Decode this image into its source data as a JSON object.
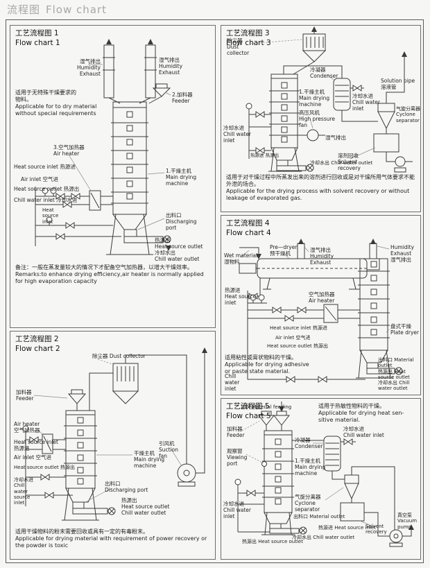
{
  "header": {
    "title_cn": "流程图",
    "title_en": "Flow chart"
  },
  "panels": {
    "p1": {
      "title": "工艺流程图 1\nFlow chart 1",
      "labels": {
        "humidity_exhaust_left": "湿气排出\nHumidity\nExhaust",
        "humidity_exhaust_right": "湿气排出\nHumidity\nExhaust",
        "feeder": "2.加料器\nFeeder",
        "description": "适用于无特殊干燥要求的\n物料。\nApplicable for to dry material\nwithout special requirements",
        "air_heater": "3.空气加热器\nAir heater",
        "heat_source_inlet": "Heat source inlet 热源进",
        "air_inlet": "Air inlet 空气进",
        "heat_source_outlet": "Heat source outlet 热源出",
        "chill_water_inlet": "Chill water inlet 冷却水进",
        "main_machine": "1.干燥主机\nMain drying\nmachine",
        "heat_source_inlet_2": "Heat\nsource\ninlet",
        "discharging_port": "出料口\nDischarging\nport",
        "outlets": "热源出\nHeat source outlet\n冷却水出\nChill water outlet",
        "remarks": "备注：一般在蒸发量较大的情况下才配备空气加热器，以增大干燥效率。\nRemarks:to enhance drying efficiency,air heater is normally applied for high evaporation capacity"
      }
    },
    "p2": {
      "title": "工艺流程图 2\nFlow chart 2",
      "labels": {
        "dust_collector": "除尘器 Dust collector",
        "feeder": "加料器\nFeeder",
        "air_heater": "Air heater\n空气加热器",
        "heat_source_inlet": "Heat source inlet\n热源进",
        "air_inlet": "Air inlet 空气进",
        "heat_source_outlet": "Heat source outlet 热源出",
        "chill_water_inlet": "冷却水进\nChill\nwater\nsource\ninlet",
        "main_machine": "干燥主机\nMain drying\nmachine",
        "suction_fan": "引风机\nSuction\nfan",
        "discharging_port": "出料口\nDischarging port",
        "outlets": "热源出\nHeat source outlet\nChill water outlet",
        "description": "适用干燥物料的粉末需要回收或具有一定的有毒粉末。\nApplicable for drying material with requirement of power recovery or the powder is toxic"
      }
    },
    "p3": {
      "title": "工艺流程图 3\nFlow chart 3",
      "labels": {
        "dust_collector": "除尘器\nDust\ncollector",
        "condenser": "冷凝器\nCondenser",
        "main_machine": "1.干燥主机\nMain drying\nmachine",
        "high_pressure_fan": "高压风机\nHigh pressure\nfan",
        "chill_water_inlet": "冷却水进\nChill water\ninlet",
        "solution_pipe": "Solution pipe\n溶液管",
        "cyclone_separator": "气旋分离器\nCyclone\nseparator",
        "humidity_exhaust": "湿气排出",
        "solvent_recovery": "溶剂回收\nSolvent\nrecovery",
        "chill_water_outlet": "冷却水出 Chill water outlet",
        "chill_water_left": "冷却水进\nChill water\ninlet",
        "heat_source": "热源进 热源出",
        "description": "适用于对干燥过程中所蒸发出来的溶剂进行回收或是对干燥所用气体要求不能外泄的场合。\nApplicable for the drying process with solvent recovery or without leakage of evaporated gas."
      }
    },
    "p4": {
      "title": "工艺流程图 4\nFlow chart 4",
      "labels": {
        "pre_dryer": "Pre—dryer\n预干燥机",
        "humidity_exhaust_mid": "湿气排出\nHumidity Exhaust",
        "humidity_exhaust_right": "Humidity Exhaust\n湿气排出",
        "wet_material": "Wet material\n湿物料",
        "heat_source_inlet_left": "热源进\nHeat source inlet",
        "air_heater": "空气加热器\nAir heater",
        "heat_source_inlet": "Heat source inlet 热源进",
        "air_inlet": "Air inlet 空气进",
        "heat_source_outlet": "Heat source outlet 热源出",
        "plate_dryer": "盘式干燥\nPlate dryer",
        "description": "适用粘性或膏状物料的干燥。\nApplicable for drying adhesive\nor paste state material.",
        "chill_water_inlet": "Chill\nwater\ninlet",
        "outlets": "出料口 Material outlet\n热源出 Heat source outlet\n冷却水出 Chill water outlet"
      }
    },
    "p5": {
      "title": "工艺流程图 5\nFlow chart 5",
      "labels": {
        "description": "适用于热敏性物料的干燥。\nApplicable for drying heat sen-\nsitive material.",
        "material_feeding": "加料 Material feeding",
        "feeder": "加料器\nFeeder",
        "viewing_port": "观察窗\nViewing port",
        "condenser": "冷凝器\nCondenser",
        "chill_water_inlet_top": "冷却水进\nChill water inlet",
        "main_machine": "1.干燥主机\nMain drying\nmachine",
        "cyclone_separator": "气旋分离器\nCyclone separator",
        "chill_water_inlet_left": "冷却水进\nChill water inlet",
        "material_outlet": "出料口 Material outlet",
        "heat_source_inlet": "热源进 Heat source inlet",
        "heat_source_outlet": "热源出 Heat source outlet",
        "chill_water_outlet": "冷却水出 Chill water outlet",
        "solvent_recovery": "Solvent\nrecovery",
        "vacuum_pump": "真空泵\nVacuum pump"
      }
    }
  }
}
